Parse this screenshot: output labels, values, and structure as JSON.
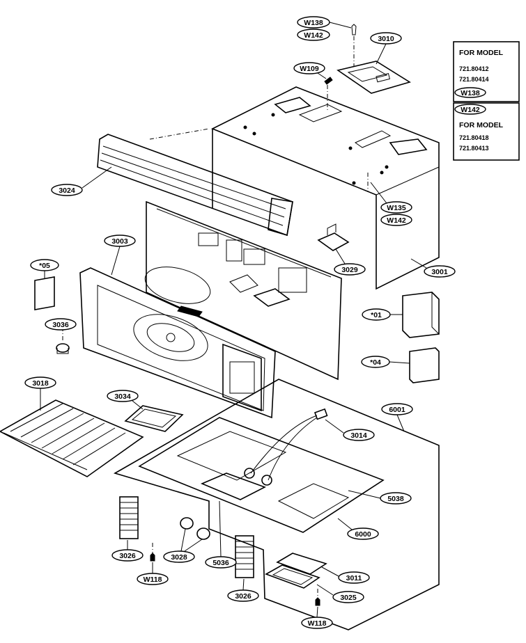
{
  "callouts": {
    "w138_top": "W138",
    "w142_top": "W142",
    "p3010": "3010",
    "w109": "W109",
    "p3024": "3024",
    "w135": "W135",
    "w142_mid": "W142",
    "p3003": "3003",
    "p3029": "3029",
    "p3001": "3001",
    "p05": "*05",
    "p01": "*01",
    "p3036": "3036",
    "p04": "*04",
    "p3018": "3018",
    "p3034": "3034",
    "p6001": "6001",
    "p3014": "3014",
    "p5038": "5038",
    "p6000": "6000",
    "p3026_left": "3026",
    "p3028": "3028",
    "p5036": "5036",
    "p3011": "3011",
    "w118_left": "W118",
    "p3026_mid": "3026",
    "p3025": "3025",
    "w118_bottom": "W118"
  },
  "notes": {
    "box1": {
      "title": "FOR MODEL",
      "line1": "721.80412",
      "line2": "721.80414",
      "screw": "W138"
    },
    "box2": {
      "screw": "W142",
      "title": "FOR MODEL",
      "line1": "721.80418",
      "line2": "721.80413"
    }
  }
}
